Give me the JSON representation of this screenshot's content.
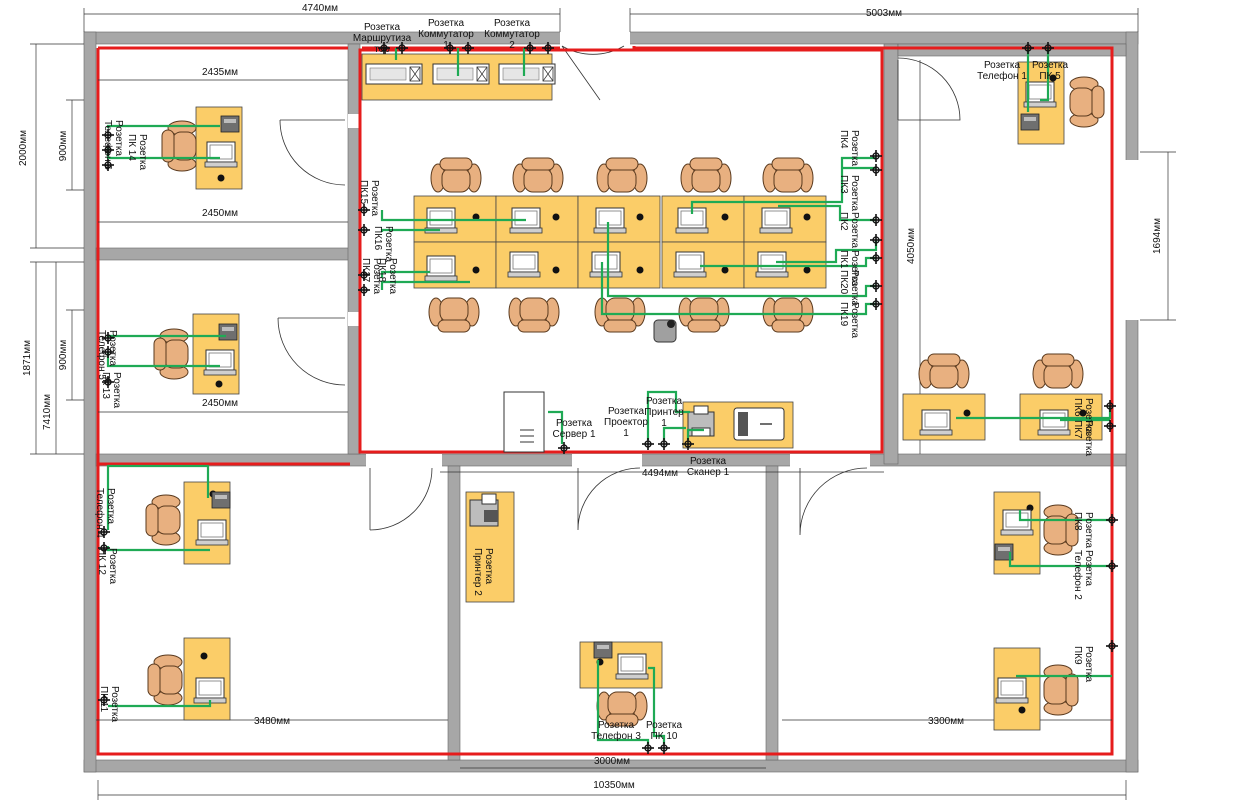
{
  "colors": {
    "wall": "#a7a7a7",
    "lan": "#e61c1c",
    "cable": "#1faa55",
    "desk": "#fbcd68",
    "chair": "#e8b080",
    "chair_edge": "#5a3a1e"
  },
  "dimensions": {
    "top_left": "4740мм",
    "top_right": "5003мм",
    "left_upper": "2000мм",
    "left_upper_inner": "900мм",
    "left_lower": "7410мм",
    "left_mid": "1871мм",
    "left_mid_inner": "900мм",
    "room1_width": "2435мм",
    "room1_width_lower": "2450мм",
    "room2_width": "2450мм",
    "classroom_height": "4050мм",
    "right_height": "1694мм",
    "corridor_width": "4494мм",
    "bottom_left": "3480мм",
    "bottom_right": "3300мм",
    "bottom_center": "3000мм",
    "bottom_total": "10350мм"
  },
  "labels": {
    "router": [
      "Розетка",
      "Маршрутиза",
      "тор"
    ],
    "switch1": [
      "Розетка",
      "Коммутатор",
      "1"
    ],
    "switch2": [
      "Розетка",
      "Коммутатор",
      "2"
    ],
    "phone1": [
      "Розетка",
      "Телефон 1"
    ],
    "pc5": [
      "Розетка",
      "ПК 5"
    ],
    "phone6": [
      "Розетка",
      "Телефон 6"
    ],
    "pc14": [
      "Розетка",
      "ПК 14"
    ],
    "phone5": [
      "Розетка",
      "Телефон 5"
    ],
    "pc13": [
      "Розетка",
      "ПК 13"
    ],
    "phone4": [
      "Розетка",
      "Телефон 4"
    ],
    "pc12": [
      "Розетка",
      "ПК 12"
    ],
    "pc11": [
      "Розетка",
      "ПК 11"
    ],
    "pc15": [
      "Розетка",
      "ПК15"
    ],
    "pc16": [
      "Розетка",
      "ПК16"
    ],
    "pc17": [
      "Розетка",
      "ПК17"
    ],
    "pc18": [
      "Розетка",
      "ПК18"
    ],
    "pc4": [
      "Розетка",
      "ПК4"
    ],
    "pc3": [
      "Розетка",
      "ПК3"
    ],
    "pc2": [
      "Розетка",
      "ПК2"
    ],
    "pc1": [
      "Розетка",
      "ПК1"
    ],
    "pc20": [
      "Розетка",
      "ПК20"
    ],
    "pc19": [
      "Розетка",
      "ПК19"
    ],
    "server1": [
      "Розетка",
      "Сервер 1"
    ],
    "projector": [
      "Розетка",
      "Проектор",
      "1"
    ],
    "printer1": [
      "Розетка",
      "Принтер",
      "1"
    ],
    "scanner1": [
      "Розетка",
      "Сканер 1"
    ],
    "pc6": [
      "Розетка",
      "ПК6"
    ],
    "pc7": [
      "Розетка",
      "ПК7"
    ],
    "pc8": [
      "Розетка",
      "ПК8"
    ],
    "phone2": [
      "Розетка",
      "Телефон 2"
    ],
    "pc9": [
      "Розетка",
      "ПК9"
    ],
    "printer2": [
      "Розетка",
      "Принтер 2"
    ],
    "phone3": [
      "Розетка",
      "Телефон 3"
    ],
    "pc10": [
      "Розетка",
      "ПК 10"
    ]
  }
}
